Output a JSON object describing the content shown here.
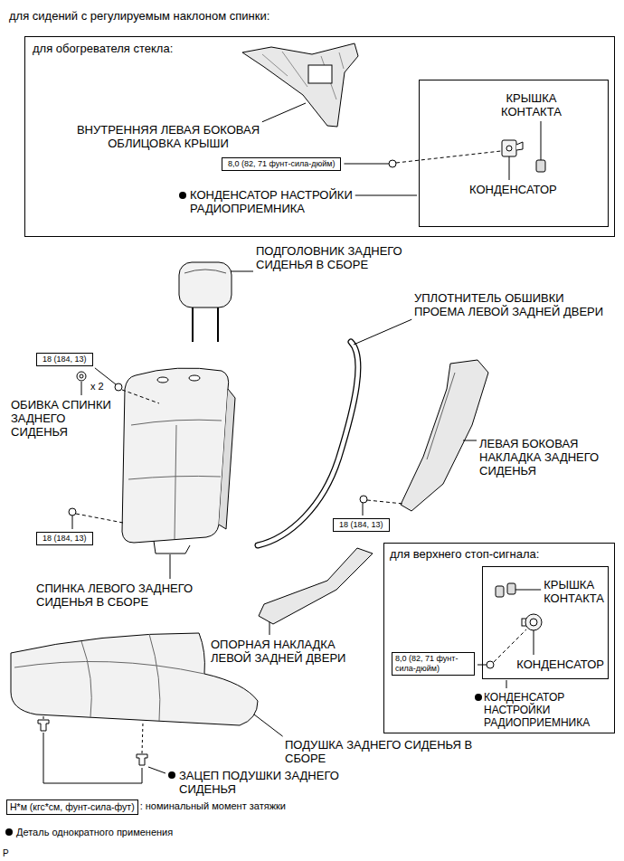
{
  "diagram": {
    "title": "для сидений с регулируемым наклоном спинки:",
    "nodes": [
      {
        "text": [
          "для обогревателя стекла:"
        ]
      },
      {
        "text": [
          "КРЫШКА КОНТАКТА",
          "КОНДЕНСАТОР"
        ],
        "in": 0
      },
      {
        "text": [
          "8,0 (82, 71 фунт-сила-дюйм)"
        ],
        "in": 0
      },
      {
        "text": [
          "18 (184, 13)"
        ]
      },
      {
        "text": [
          "18 (184, 13)"
        ]
      },
      {
        "text": [
          "18 (184, 13)"
        ]
      },
      {
        "text": [
          "для верхнего стоп-сигнала:"
        ]
      },
      {
        "text": [
          "КРЫШКА КОНТАКТА",
          "КОНДЕНСАТОР"
        ],
        "in": 6
      },
      {
        "text": [
          "8,0 (82, 71 фунт-сила-дюйм)"
        ],
        "in": 6
      },
      {
        "text": [
          "Н*м (кгс*см, фунт-сила-фут)"
        ]
      }
    ],
    "labels": [
      "ВНУТРЕННЯЯ ЛЕВАЯ БОКОВАЯ ОБЛИЦОВКА КРЫШИ",
      "КОНДЕНСАТОР НАСТРОЙКИ РАДИОПРИЕМНИКА",
      "ПОДГОЛОВНИК ЗАДНЕГО СИДЕНЬЯ В СБОРЕ",
      "УПЛОТНИТЕЛЬ ОБШИВКИ ПРОЕМА ЛЕВОЙ ЗАДНЕЙ ДВЕРИ",
      "x 2",
      "ОБИВКА СПИНКИ ЗАДНЕГО СИДЕНЬЯ",
      "ЛЕВАЯ БОКОВАЯ НАКЛАДКА ЗАДНЕГО СИДЕНЬЯ",
      "СПИНКА ЛЕВОГО ЗАДНЕГО СИДЕНЬЯ В СБОРЕ",
      "ОПОРНАЯ НАКЛАДКА ЛЕВОЙ ЗАДНЕЙ ДВЕРИ",
      "КОНДЕНСАТОР НАСТРОЙКИ РАДИОПРИЕМНИКА",
      "ПОДУШКА ЗАДНЕГО СИДЕНЬЯ В СБОРЕ",
      "ЗАЦЕП ПОДУШКИ ЗАДНЕГО СИДЕНЬЯ",
      "P"
    ],
    "legend": [
      {
        "text": ": номинальный момент затяжки"
      },
      {
        "text": "Деталь однократного применения"
      }
    ]
  }
}
